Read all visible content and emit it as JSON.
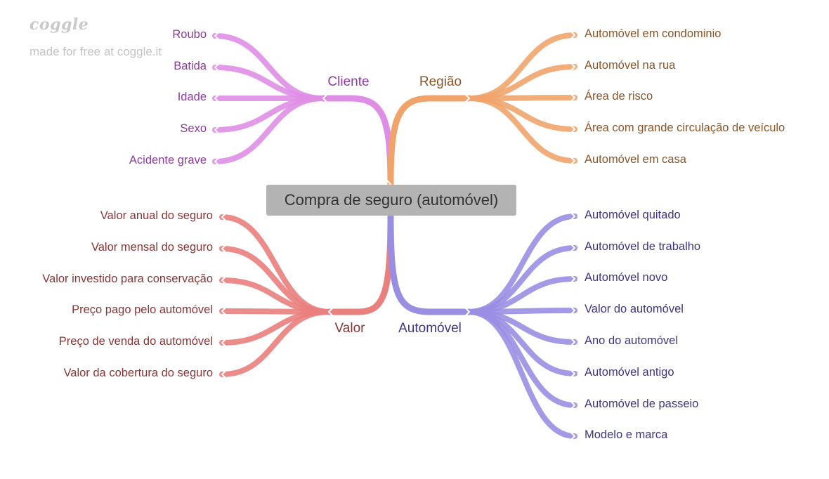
{
  "watermark": {
    "logo": "coggle",
    "text": "made for free at coggle.it"
  },
  "central": {
    "label": "Compra de seguro (automóvel)"
  },
  "colors": {
    "cliente": "#df8ee6",
    "cliente_text": "#8a3d9c",
    "regiao": "#f0a46b",
    "regiao_text": "#8b552a",
    "valor": "#e9807d",
    "valor_text": "#8a3434",
    "automovel": "#9a8ee3",
    "automovel_text": "#3e3582"
  },
  "branches": {
    "cliente": {
      "label": "Cliente",
      "items": [
        "Roubo",
        "Batida",
        "Idade",
        "Sexo",
        "Acidente grave"
      ]
    },
    "regiao": {
      "label": "Região",
      "items": [
        "Automóvel em condominio",
        "Automóvel na rua",
        "Área de risco",
        "Área com grande circulação de veículo",
        "Automóvel em casa"
      ]
    },
    "valor": {
      "label": "Valor",
      "items": [
        "Valor anual do seguro",
        "Valor mensal do seguro",
        "Valor investido para conservação",
        "Preço pago pelo automóvel",
        "Preço de venda do automóvel",
        "Valor da cobertura do seguro"
      ]
    },
    "automovel": {
      "label": "Automóvel",
      "items": [
        "Automóvel quitado",
        "Automóvel de trabalho",
        "Automóvel novo",
        "Valor do automóvel",
        "Ano do automóvel",
        "Automóvel antigo",
        "Automóvel de passeio",
        "Modelo e marca"
      ]
    }
  }
}
